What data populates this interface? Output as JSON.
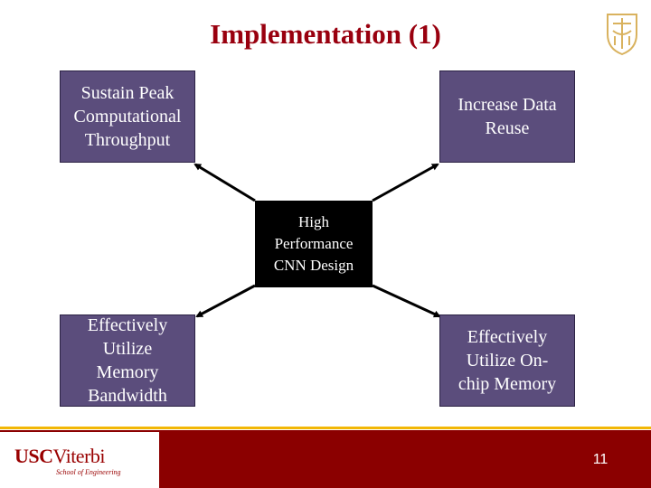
{
  "slide": {
    "title": "Implementation (1)",
    "page_number": "11"
  },
  "diagram": {
    "center": [
      "High",
      "Performance",
      "CNN Design"
    ],
    "top_left": [
      "Sustain Peak",
      "Computational",
      "Throughput"
    ],
    "top_right": [
      "Increase Data",
      "Reuse"
    ],
    "bottom_left": [
      "Effectively",
      "Utilize",
      "Memory",
      "Bandwidth"
    ],
    "bottom_right": [
      "Effectively",
      "Utilize On-",
      "chip Memory"
    ]
  },
  "footer": {
    "logo_main_bold": "USC",
    "logo_main_rest": "Viterbi",
    "logo_sub": "School of Engineering"
  },
  "colors": {
    "title": "#99000f",
    "box_fill": "#5b4d7c",
    "center_fill": "#000000",
    "footer_bar": "#8b0000",
    "footer_accent": "#f2b705"
  }
}
